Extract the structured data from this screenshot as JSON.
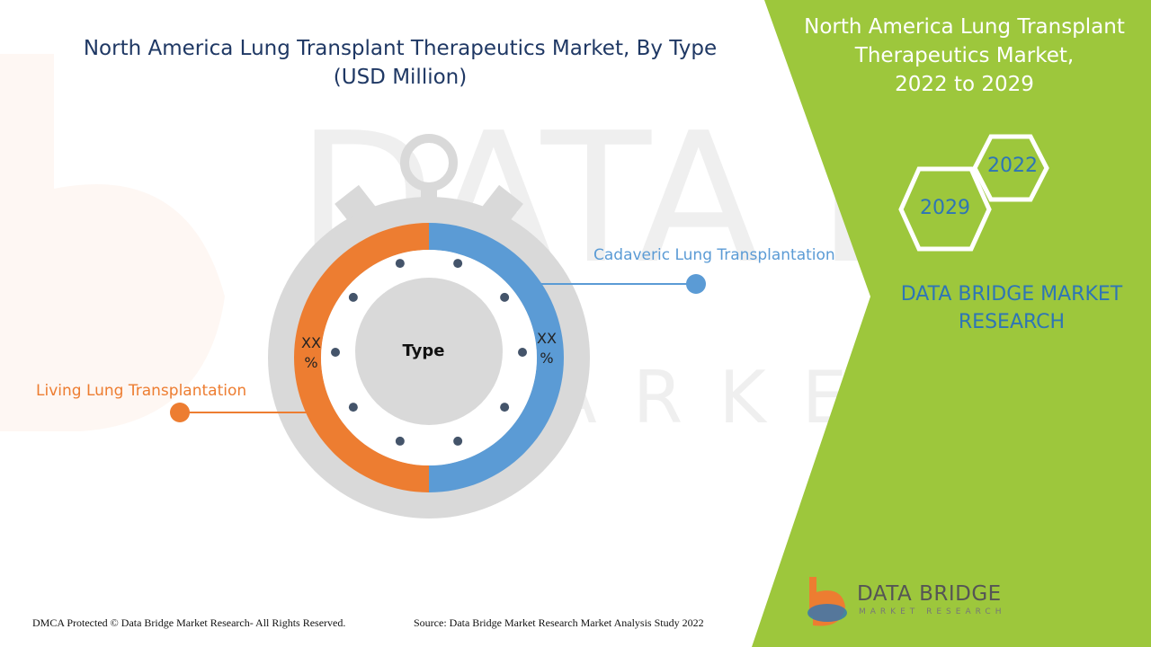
{
  "title": {
    "line1": "North America Lung Transplant Therapeutics Market, By Type",
    "line2": "(USD Million)"
  },
  "side_panel": {
    "title_line1": "North America Lung Transplant",
    "title_line2": "Therapeutics Market,",
    "title_line3": "2022 to 2029",
    "year_start": "2022",
    "year_end": "2029",
    "brand_line1": "DATA BRIDGE MARKET",
    "brand_line2": "RESEARCH"
  },
  "watermark": {
    "line1": "DATA BRIDGE",
    "line2": "MARKET RESEARCH"
  },
  "chart_data": {
    "type": "pie",
    "center_label": "Type",
    "segments": [
      {
        "name": "Cadaveric Lung Transplantation",
        "value_label": "XX %",
        "color": "#5b9bd5"
      },
      {
        "name": "Living Lung Transplantation",
        "value_label": "XX %",
        "color": "#ed7d31"
      }
    ]
  },
  "footer": {
    "copyright": "DMCA Protected © Data Bridge Market Research- All Rights Reserved.",
    "source": "Source: Data Bridge Market Research Market Analysis Study 2022"
  },
  "logo": {
    "name": "DATA BRIDGE",
    "tagline": "MARKET RESEARCH"
  },
  "colors": {
    "green_panel": "#9dc73c",
    "title_blue": "#1f3864",
    "accent_blue": "#2e75b6",
    "orange": "#ed7d31",
    "light_blue": "#5b9bd5",
    "gray": "#d9d9d9"
  }
}
